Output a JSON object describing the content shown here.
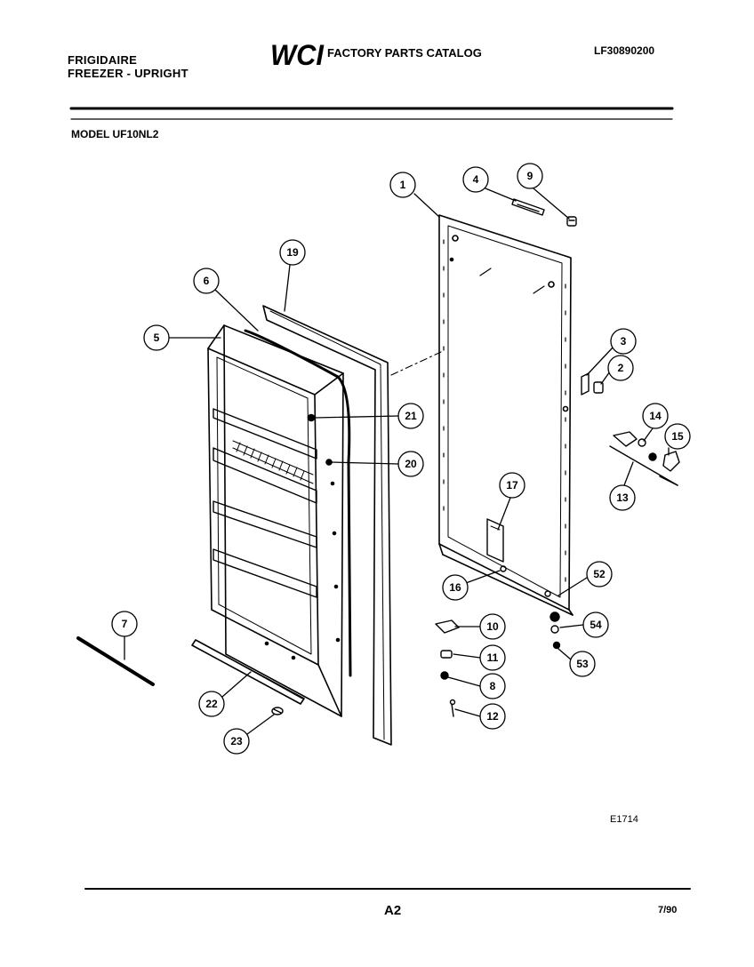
{
  "header": {
    "brand_line1": "FRIGIDAIRE",
    "brand_line2": "FREEZER - UPRIGHT",
    "logo_text": "WCI",
    "catalog_title": "FACTORY PARTS CATALOG",
    "document_number": "LF30890200"
  },
  "model_label": "MODEL UF10NL2",
  "figure_number": "E1714",
  "footer": {
    "page_label": "A2",
    "date": "7/90"
  },
  "callouts": [
    "1",
    "4",
    "9",
    "19",
    "6",
    "5",
    "3",
    "2",
    "21",
    "14",
    "15",
    "20",
    "13",
    "17",
    "52",
    "16",
    "7",
    "10",
    "54",
    "11",
    "53",
    "8",
    "22",
    "12",
    "23"
  ]
}
